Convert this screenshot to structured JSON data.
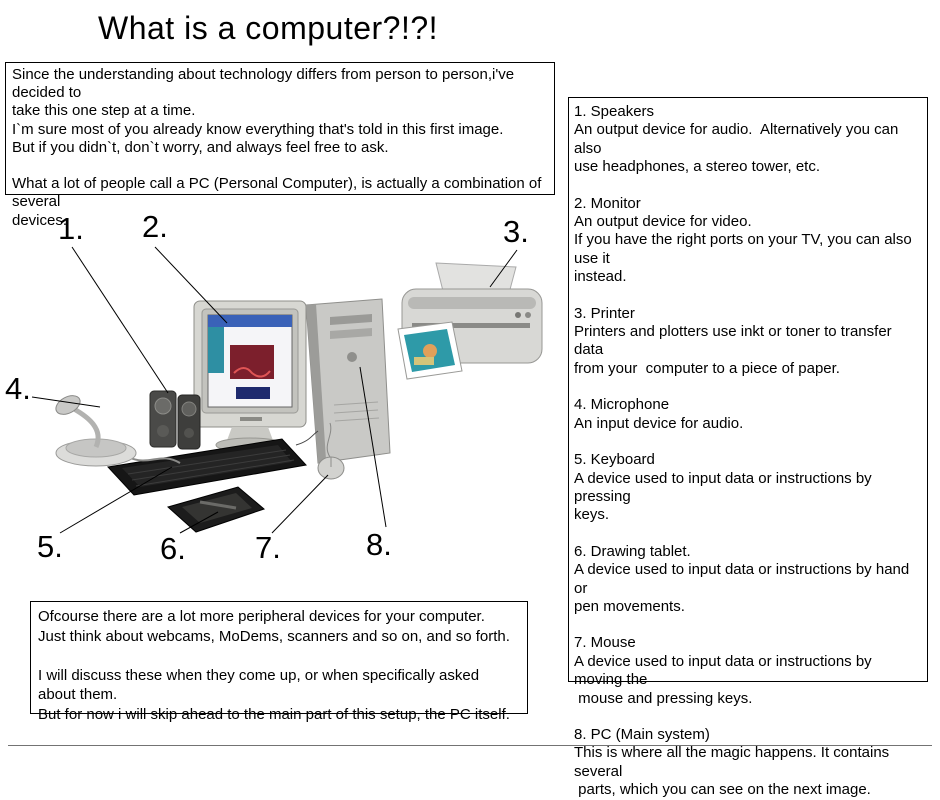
{
  "page": {
    "title": "What is a computer?!?!"
  },
  "colors": {
    "background": "#ffffff",
    "text": "#000000",
    "box_border": "#000000",
    "divider": "#737373"
  },
  "intro_box": {
    "text": "Since the understanding about technology differs from person to person,i've decided to\ntake this one step at a time.\nI`m sure most of you already know everything that's told in this first image.\nBut if you didn`t, don`t worry, and always feel free to ask.\n\nWhat a lot of people call a PC (Personal Computer), is actually a combination of several\ndevices."
  },
  "device_list": {
    "items": [
      {
        "heading": "1. Speakers",
        "body": "An output device for audio.  Alternatively you can also\nuse headphones, a stereo tower, etc."
      },
      {
        "heading": "2. Monitor",
        "body": "An output device for video.\nIf you have the right ports on your TV, you can also use it\ninstead."
      },
      {
        "heading": "3. Printer",
        "body": "Printers and plotters use inkt or toner to transfer data\nfrom your  computer to a piece of paper."
      },
      {
        "heading": "4. Microphone",
        "body": "An input device for audio."
      },
      {
        "heading": "5. Keyboard",
        "body": "A device used to input data or instructions by pressing\nkeys."
      },
      {
        "heading": "6. Drawing tablet.",
        "body": "A device used to input data or instructions by hand or\npen movements."
      },
      {
        "heading": "7. Mouse",
        "body": "A device used to input data or instructions by moving the\n mouse and pressing keys."
      },
      {
        "heading": "8. PC (Main system)",
        "body": "This is where all the magic happens. It contains several\n parts, which you can see on the next image."
      }
    ]
  },
  "diagram": {
    "labels": [
      "1.",
      "2.",
      "3.",
      "4.",
      "5.",
      "6.",
      "7.",
      "8."
    ]
  },
  "outro_box": {
    "text": "Ofcourse there are a lot more peripheral devices for your computer.\nJust think about webcams, MoDems, scanners and so on, and so forth.\n\nI will discuss these when they come up, or when specifically asked about them.\nBut for now i will skip ahead to the main part of this setup, the PC itself."
  }
}
